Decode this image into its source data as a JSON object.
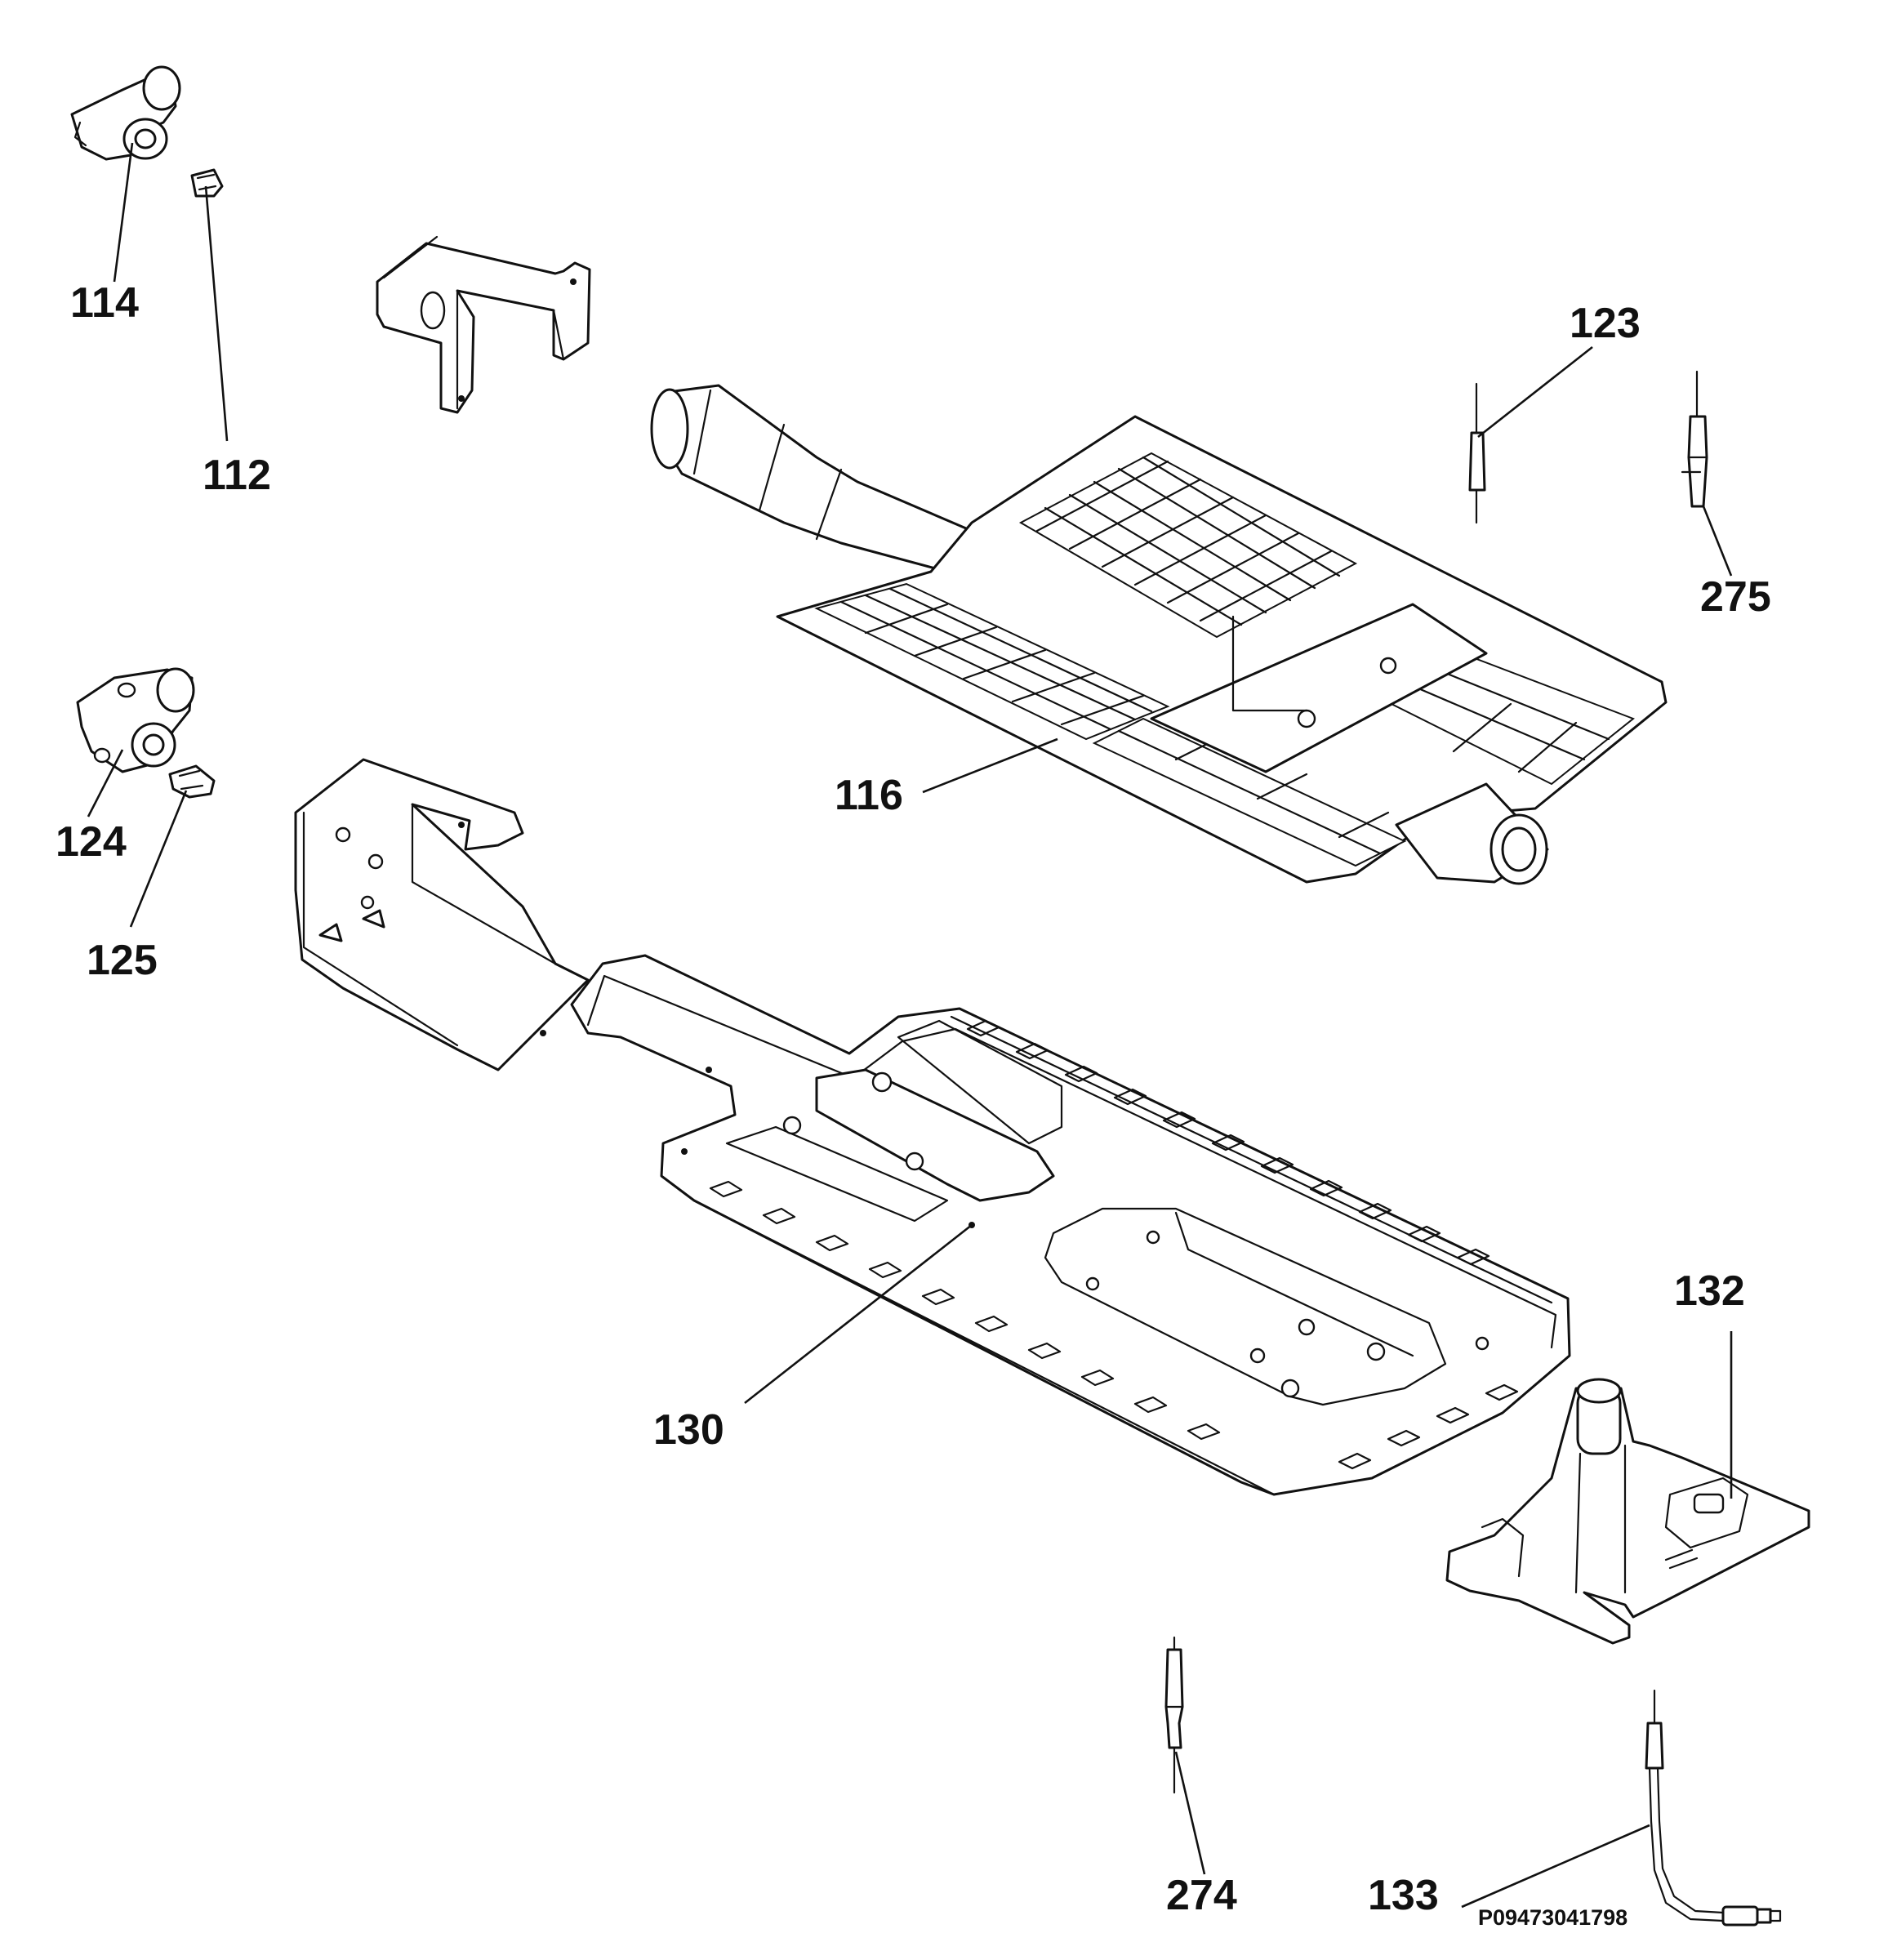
{
  "colors": {
    "line": "#111111",
    "background": "#ffffff"
  },
  "labels": {
    "p112": "112",
    "p114": "114",
    "p116": "116",
    "p123": "123",
    "p124": "124",
    "p125": "125",
    "p130": "130",
    "p132": "132",
    "p133": "133",
    "p274": "274",
    "p275": "275"
  },
  "reference_code": "P09473041798"
}
